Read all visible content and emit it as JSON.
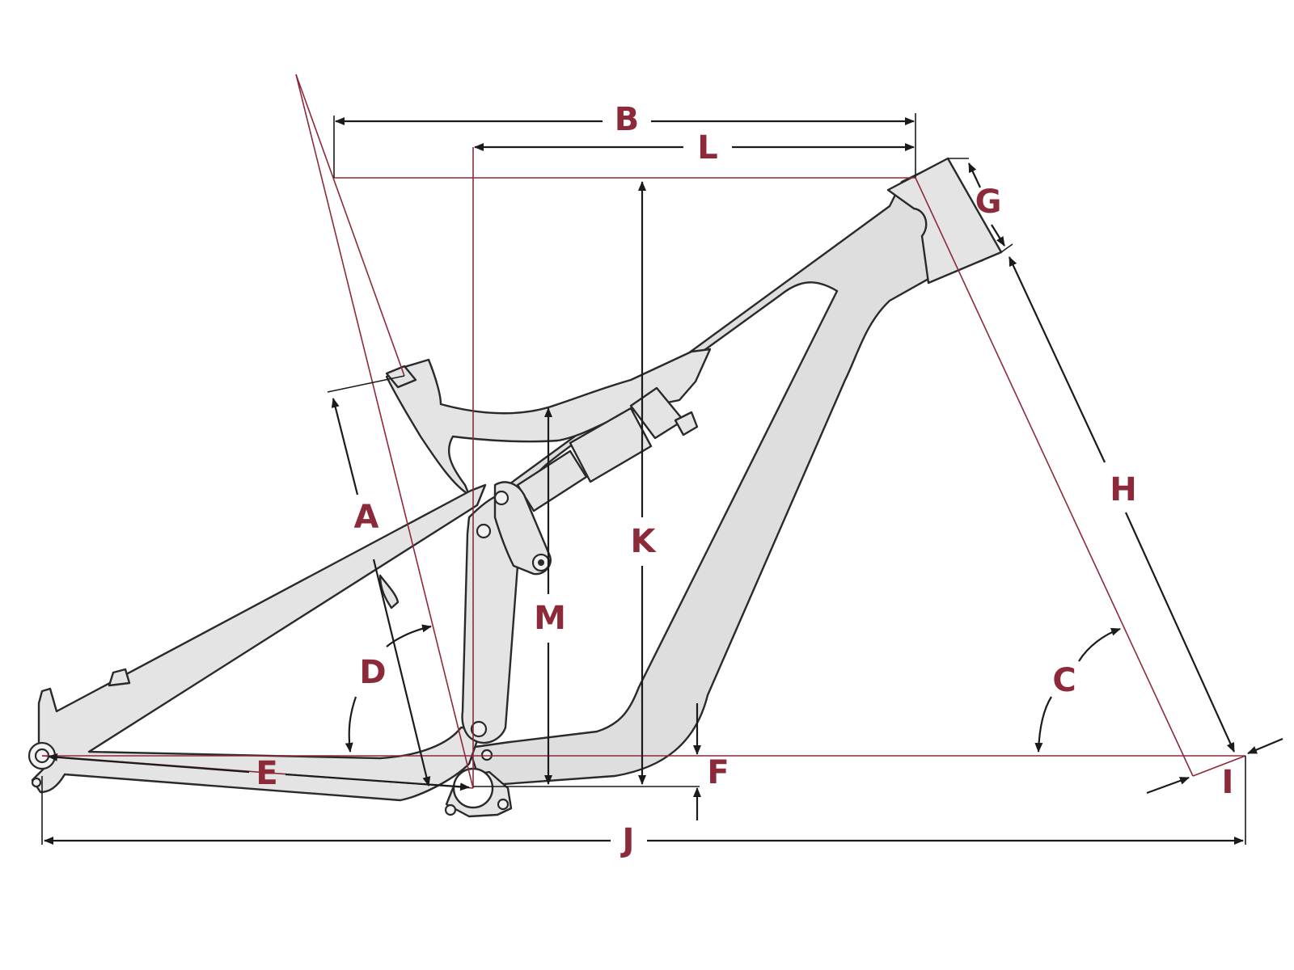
{
  "colors": {
    "label": "#8c2a3a",
    "geometry_line": "#8c2a3a",
    "frame_fill": "#dedede",
    "frame_outline": "#2a2a2a",
    "dimension_line": "#1b1b1b"
  },
  "labels": {
    "A": "A",
    "B": "B",
    "C": "C",
    "D": "D",
    "E": "E",
    "F": "F",
    "G": "G",
    "H": "H",
    "I": "I",
    "J": "J",
    "K": "K",
    "L": "L",
    "M": "M"
  }
}
